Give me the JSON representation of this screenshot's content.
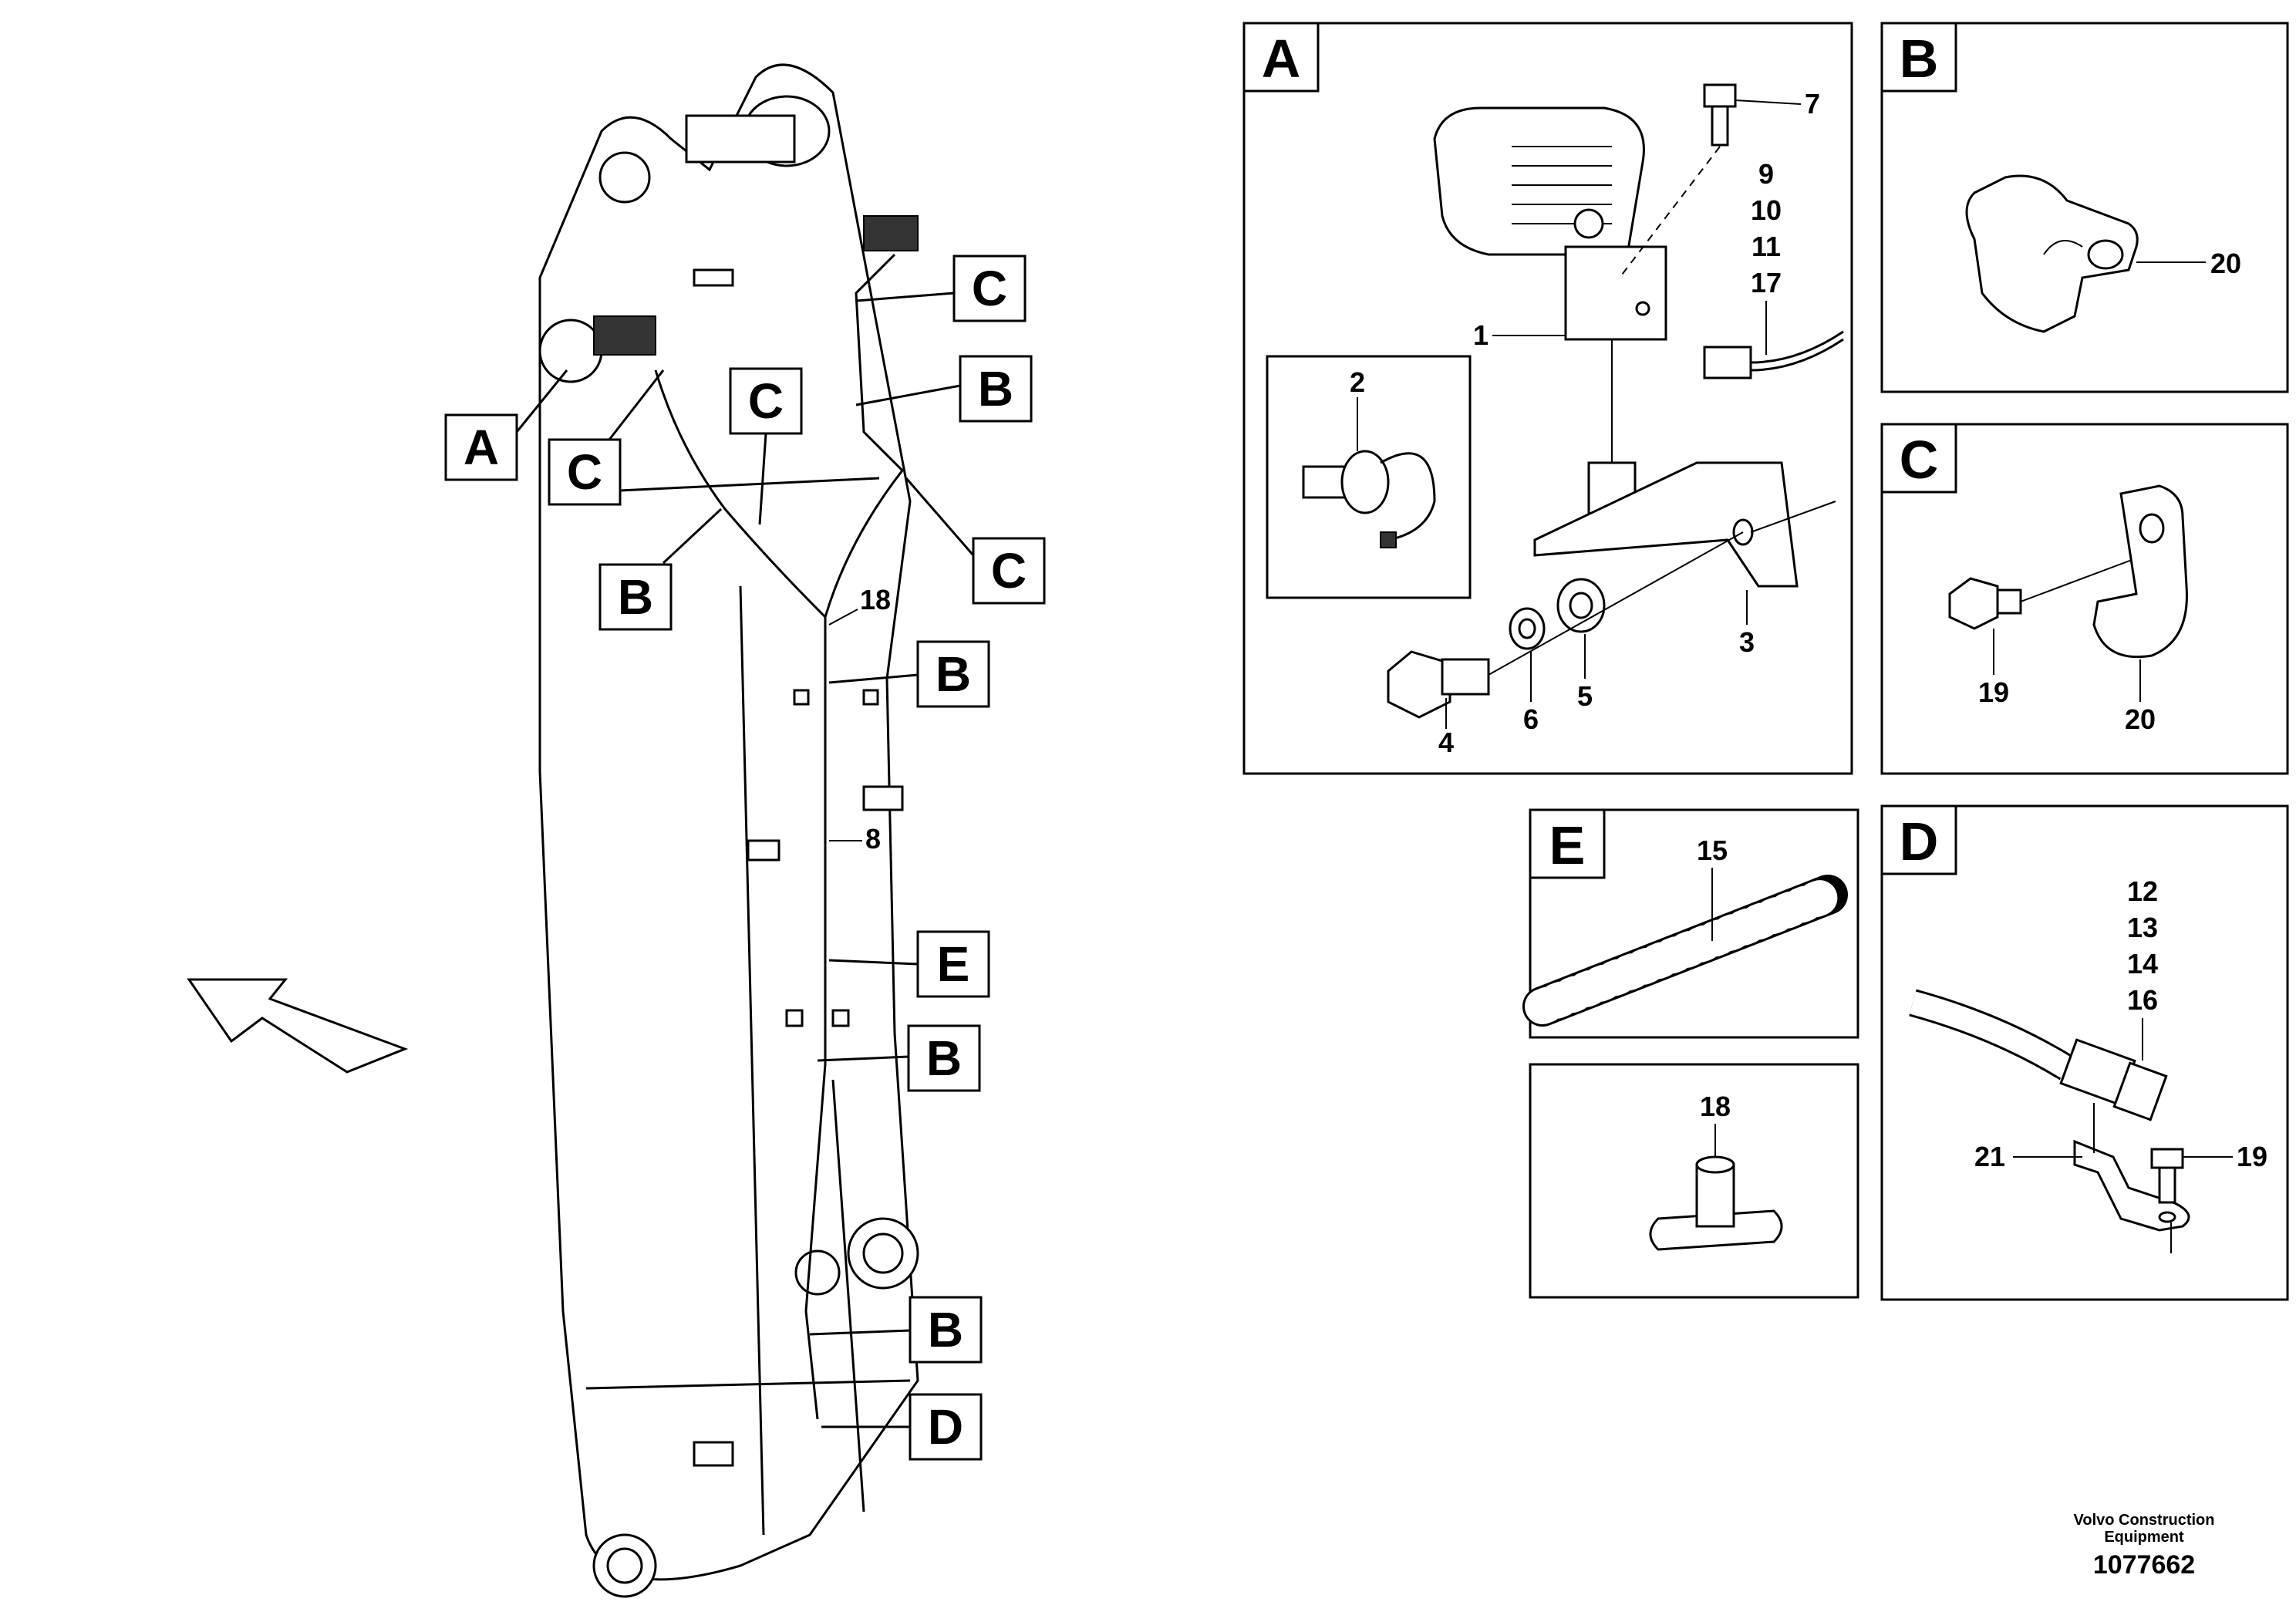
{
  "callouts": {
    "A": "A",
    "B": "B",
    "C": "C",
    "D": "D",
    "E": "E"
  },
  "parts": {
    "p1": "1",
    "p2": "2",
    "p3": "3",
    "p4": "4",
    "p5": "5",
    "p6": "6",
    "p7": "7",
    "p8": "8",
    "p9": "9",
    "p10": "10",
    "p11": "11",
    "p12": "12",
    "p13": "13",
    "p14": "14",
    "p15": "15",
    "p16": "16",
    "p17": "17",
    "p18": "18",
    "p19": "19",
    "p20": "20",
    "p21": "21"
  },
  "footer": {
    "maker_line1": "Volvo Construction",
    "maker_line2": "Equipment",
    "doc_number": "1077662"
  }
}
